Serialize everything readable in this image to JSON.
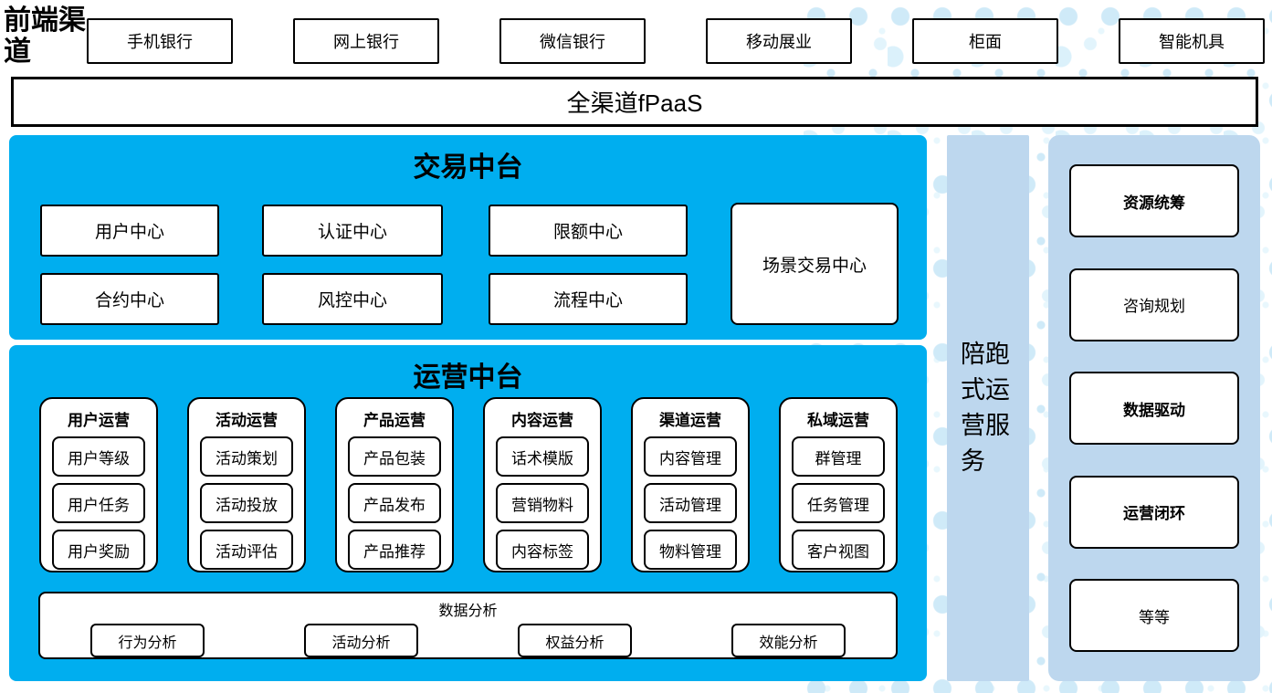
{
  "header": {
    "label": "前端渠道",
    "channels": [
      "手机银行",
      "网上银行",
      "微信银行",
      "移动展业",
      "柜面",
      "智能机具"
    ]
  },
  "fpaas": {
    "label": "全渠道fPaaS"
  },
  "trading": {
    "title": "交易中台",
    "row1": [
      "用户中心",
      "认证中心",
      "限额中心"
    ],
    "row2": [
      "合约中心",
      "风控中心",
      "流程中心"
    ],
    "tall_box": "场景交易中心"
  },
  "operations": {
    "title": "运营中台",
    "columns": [
      {
        "header": "用户运营",
        "items": [
          "用户等级",
          "用户任务",
          "用户奖励"
        ]
      },
      {
        "header": "活动运营",
        "items": [
          "活动策划",
          "活动投放",
          "活动评估"
        ]
      },
      {
        "header": "产品运营",
        "items": [
          "产品包装",
          "产品发布",
          "产品推荐"
        ]
      },
      {
        "header": "内容运营",
        "items": [
          "话术模版",
          "营销物料",
          "内容标签"
        ]
      },
      {
        "header": "渠道运营",
        "items": [
          "内容管理",
          "活动管理",
          "物料管理"
        ]
      },
      {
        "header": "私域运营",
        "items": [
          "群管理",
          "任务管理",
          "客户视图"
        ]
      }
    ],
    "analysis": {
      "title": "数据分析",
      "items": [
        "行为分析",
        "活动分析",
        "权益分析",
        "效能分析"
      ]
    }
  },
  "side_bar": {
    "label": "陪跑式运营服务"
  },
  "right_panel": {
    "items": [
      {
        "label": "资源统筹",
        "bold": true
      },
      {
        "label": "咨询规划",
        "bold": false
      },
      {
        "label": "数据驱动",
        "bold": true
      },
      {
        "label": "运营闭环",
        "bold": true
      },
      {
        "label": "等等",
        "bold": false
      }
    ]
  },
  "colors": {
    "accent_blue": "#00AEEF",
    "light_blue": "#BDD7EE",
    "dot_blue": "#CFEAF8",
    "border_black": "#000000"
  }
}
